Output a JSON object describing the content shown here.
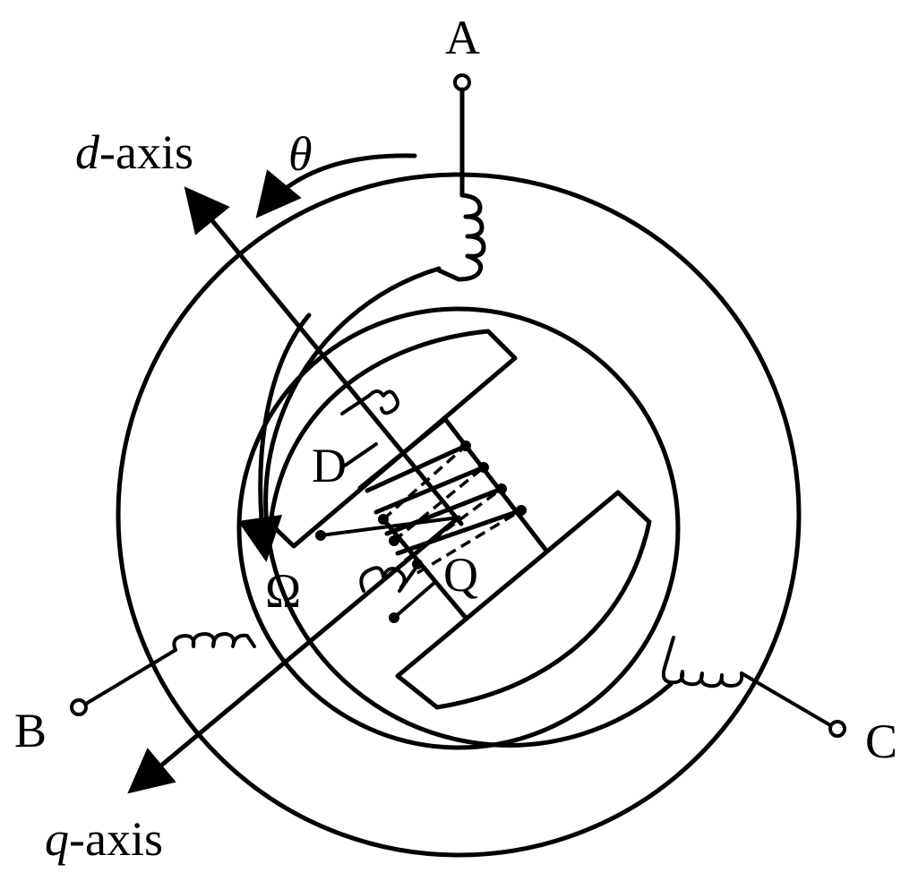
{
  "labels": {
    "phase_a": "A",
    "phase_b": "B",
    "phase_c": "C",
    "d_axis_var": "d",
    "d_axis_suffix": "-axis",
    "q_axis_var": "q",
    "q_axis_suffix": "-axis",
    "theta": "θ",
    "omega": "Ω",
    "winding_d": "D",
    "winding_q": "Q"
  },
  "colors": {
    "ink": "#000000",
    "background": "#ffffff"
  }
}
